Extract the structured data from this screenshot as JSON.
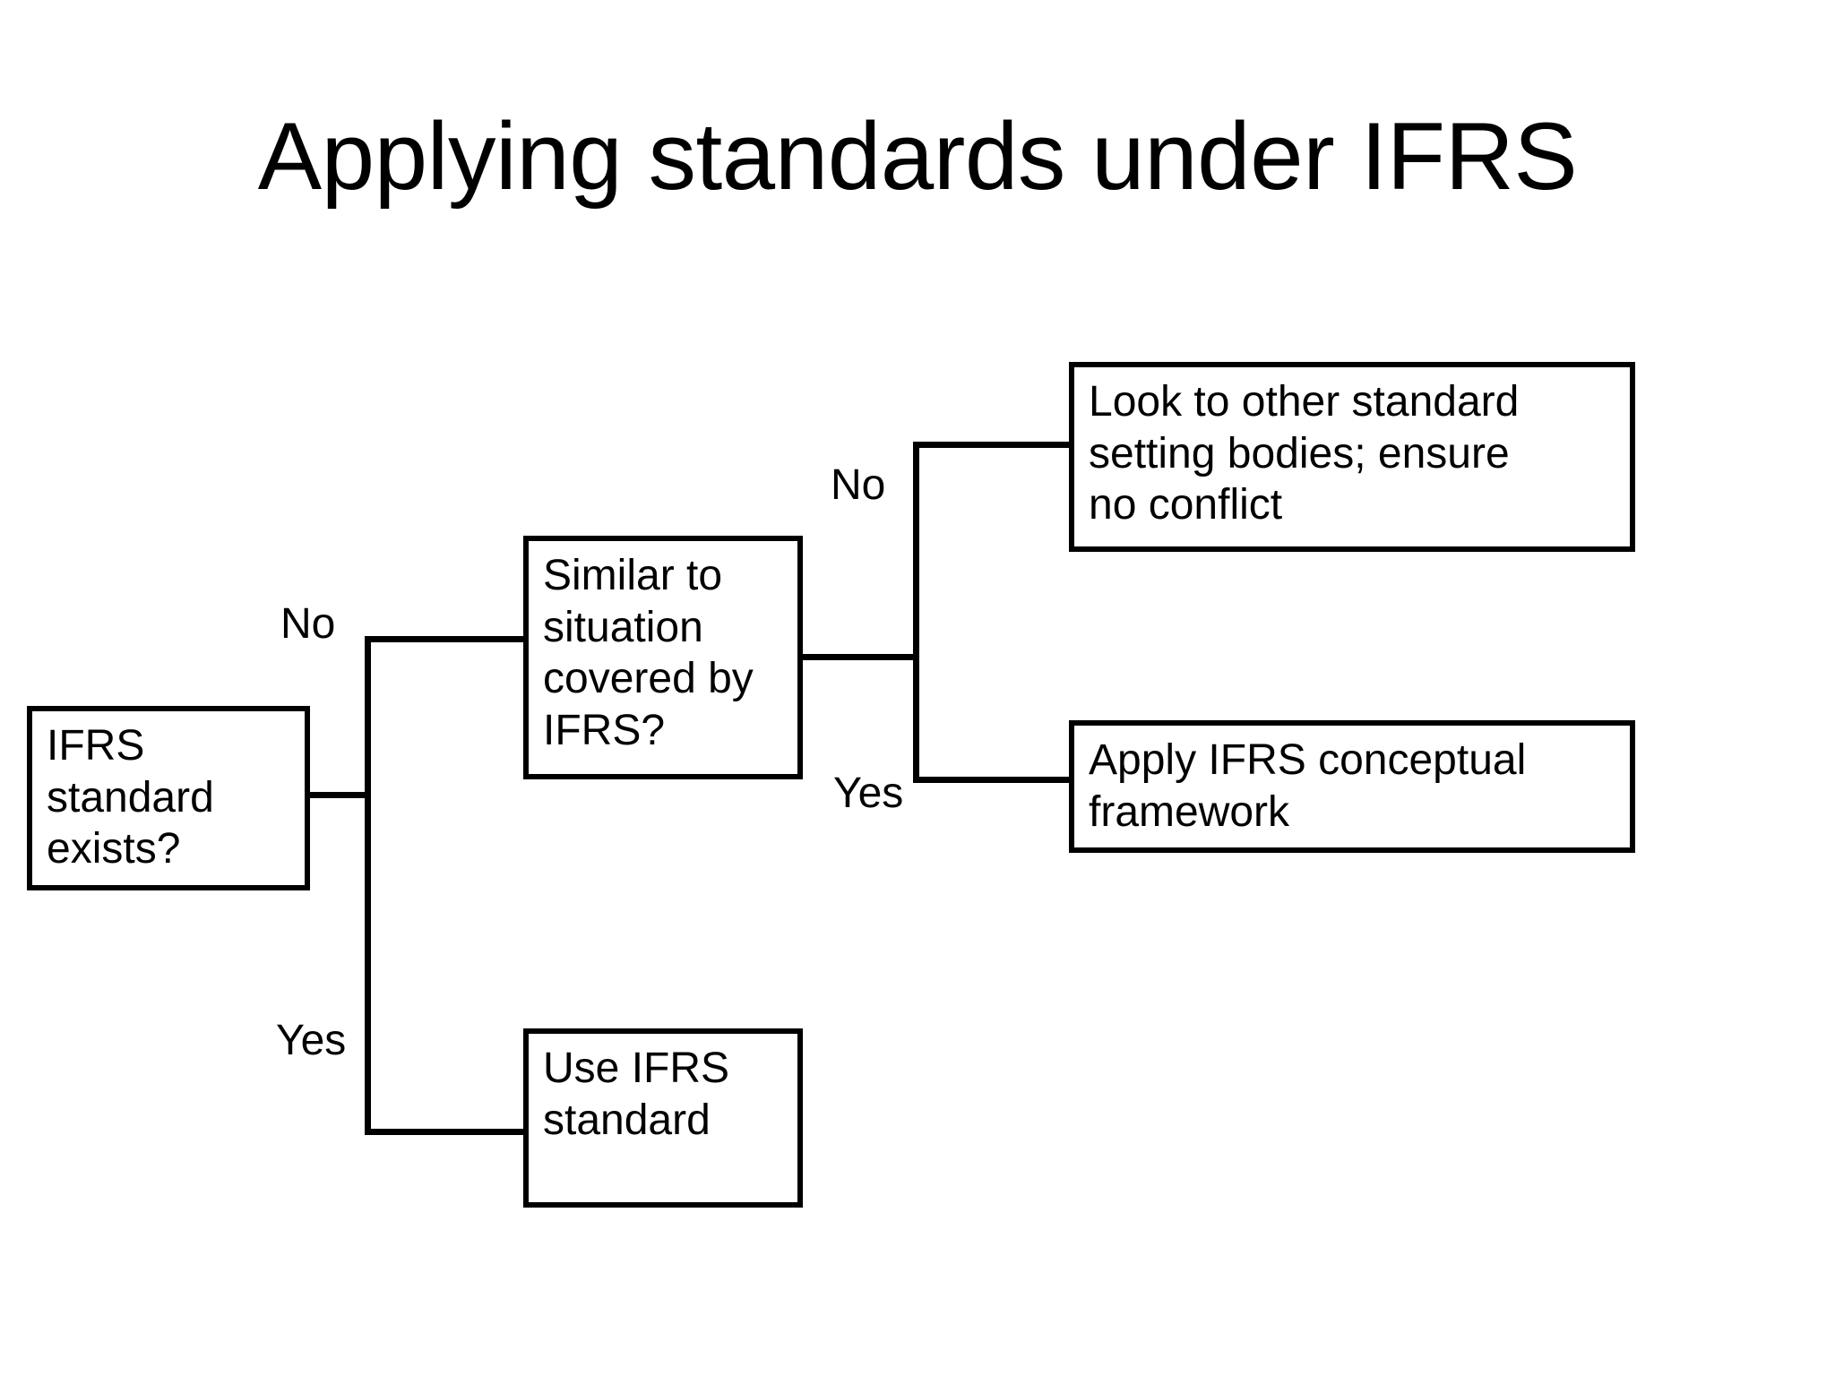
{
  "slide": {
    "title": "Applying standards under IFRS",
    "background_color": "#ffffff",
    "line_color": "#000000",
    "text_color": "#000000"
  },
  "chart_data": {
    "type": "diagram",
    "diagram_kind": "decision-flowchart",
    "title": "Applying standards under IFRS",
    "nodes": [
      {
        "id": "root",
        "label": "IFRS\nstandard\nexists?",
        "shape": "rectangle"
      },
      {
        "id": "similar",
        "label": "Similar to\nsituation\ncovered by\nIFRS?",
        "shape": "rectangle"
      },
      {
        "id": "bodies",
        "label": "Look to other standard\nsetting bodies; ensure\nno conflict",
        "shape": "rectangle"
      },
      {
        "id": "framework",
        "label": "Apply IFRS conceptual\nframework",
        "shape": "rectangle"
      },
      {
        "id": "useifrs",
        "label": "Use IFRS\nstandard",
        "shape": "rectangle"
      }
    ],
    "edges": [
      {
        "from": "root",
        "to": "similar",
        "label": "No"
      },
      {
        "from": "root",
        "to": "useifrs",
        "label": "Yes"
      },
      {
        "from": "similar",
        "to": "bodies",
        "label": "No"
      },
      {
        "from": "similar",
        "to": "framework",
        "label": "Yes"
      }
    ]
  },
  "nodes": {
    "root": {
      "label": "IFRS\nstandard\nexists?"
    },
    "similar": {
      "label": "Similar to\nsituation\ncovered by\nIFRS?"
    },
    "bodies": {
      "label": "Look to other standard\nsetting bodies; ensure\nno conflict"
    },
    "framework": {
      "label": "Apply IFRS conceptual\nframework"
    },
    "useifrs": {
      "label": "Use IFRS\nstandard"
    }
  },
  "labels": {
    "no_1": "No",
    "yes_1": "Yes",
    "no_2": "No",
    "yes_2": "Yes"
  }
}
